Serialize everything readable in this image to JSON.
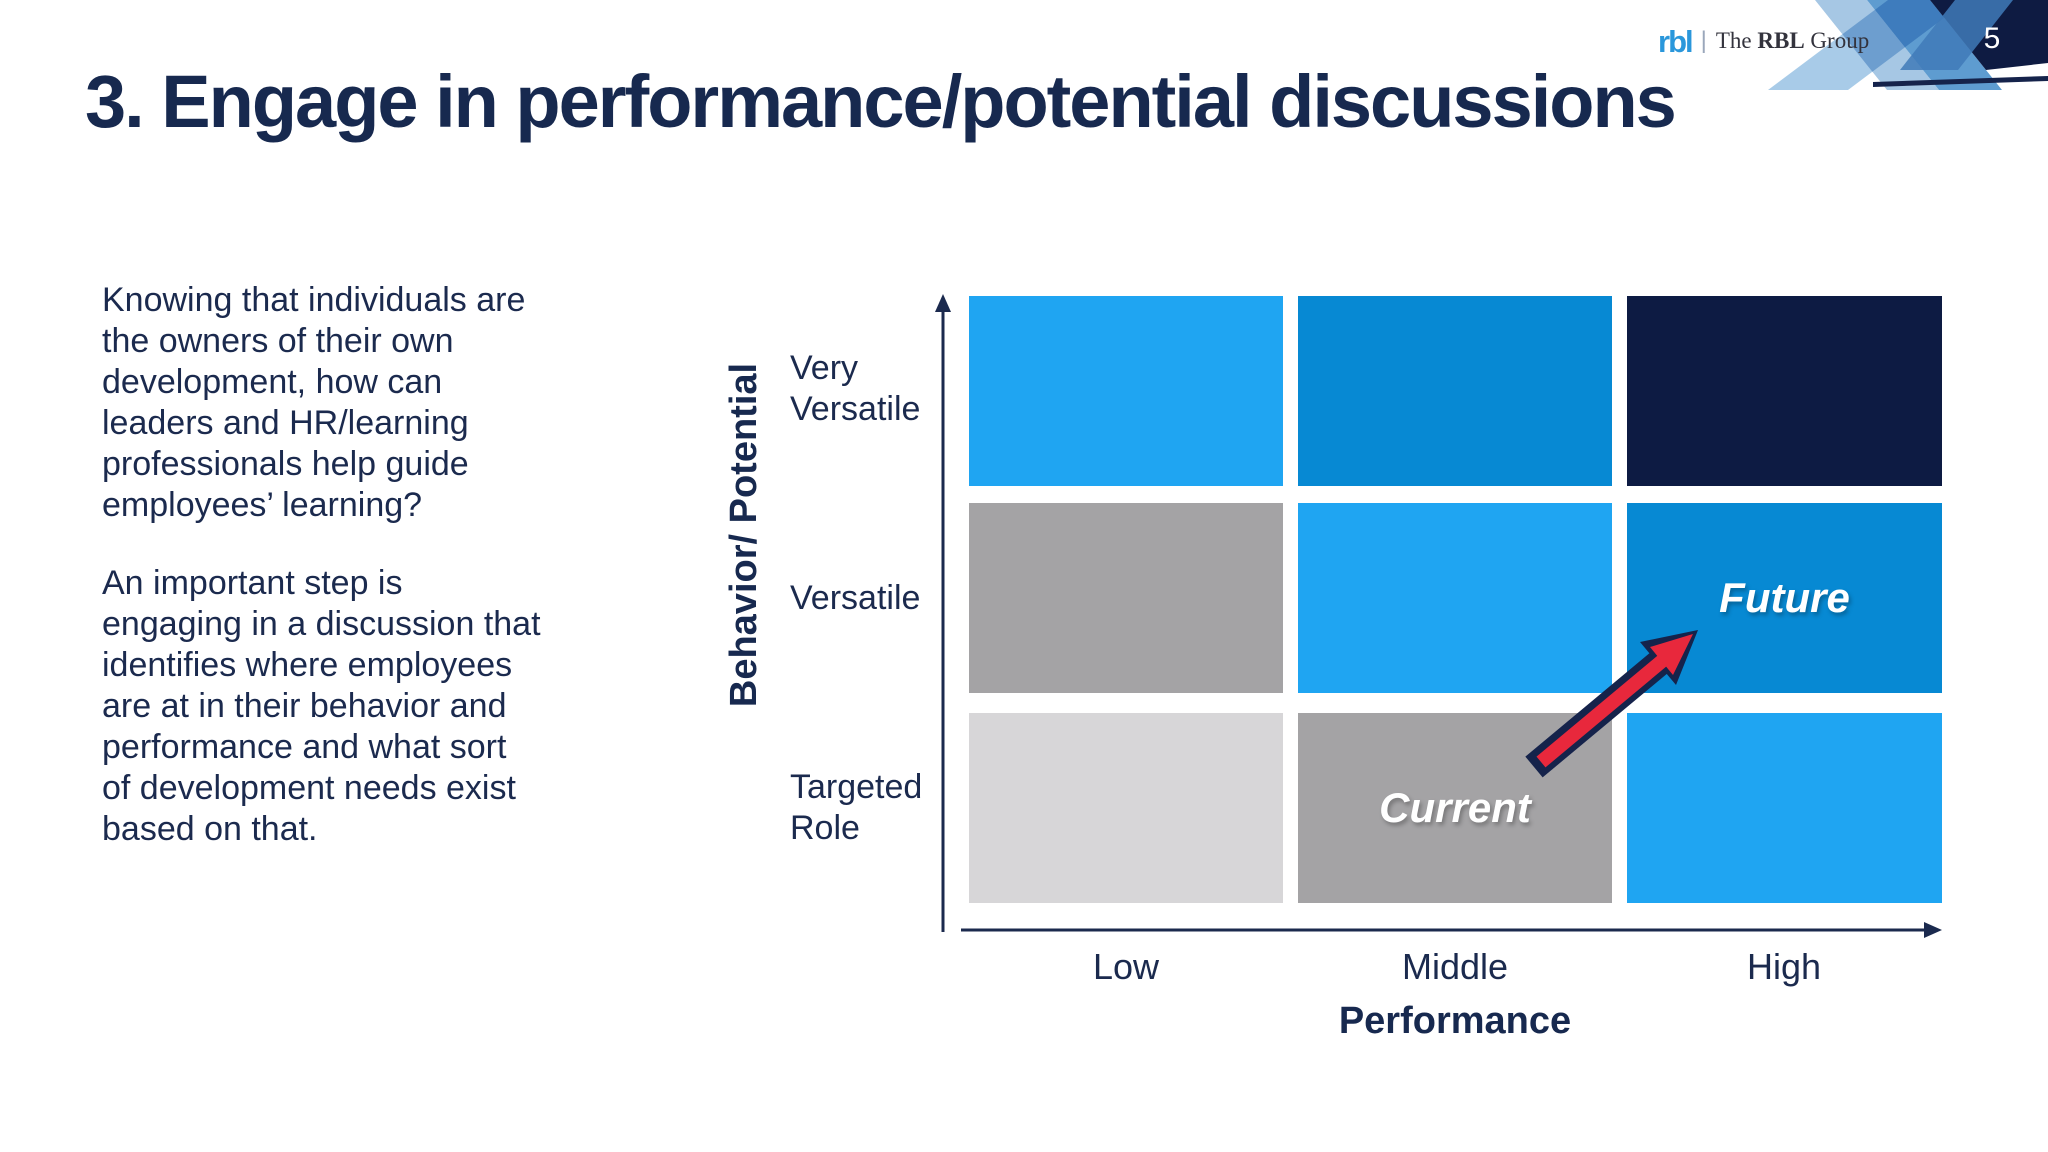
{
  "slide": {
    "title": "3. Engage in performance/potential discussions",
    "page_number": "5",
    "logo": {
      "mark": "rbl",
      "word_the": "The",
      "word_rbl": "RBL",
      "word_group": "Group"
    },
    "body": {
      "paragraph1": "Knowing that individuals are\nthe owners of their own\ndevelopment, how can\nleaders and HR/learning\nprofessionals help guide\nemployees’ learning?",
      "paragraph2": "An important step is\nengaging in a discussion that\nidentifies where employees\nare at in their behavior and\nperformance and what sort\nof development needs exist\nbased on that."
    }
  },
  "matrix": {
    "y_axis_title": "Behavior/ Potential",
    "x_axis_title": "Performance",
    "row_labels": {
      "top": "Very\nVersatile",
      "middle": "Versatile",
      "bottom": "Targeted\nRole"
    },
    "col_labels": {
      "left": "Low",
      "center": "Middle",
      "right": "High"
    },
    "cells": [
      [
        "bright_blue",
        "medium_blue",
        "dark_navy"
      ],
      [
        "gray",
        "bright_blue",
        "medium_blue"
      ],
      [
        "light_gray",
        "gray",
        "bright_blue"
      ]
    ],
    "annotations": {
      "current": "Current",
      "future": "Future"
    },
    "colors": {
      "bright_blue": "#1FA5F2",
      "medium_blue": "#0789D3",
      "dark_navy": "#0D1B43",
      "gray": "#A4A3A5",
      "light_gray": "#D7D6D8",
      "axis": "#1B2A4E",
      "arrow_red": "#E8283C",
      "arrow_outline": "#15234B",
      "title_navy": "#17294F",
      "logo_blue": "#2A97DB"
    }
  }
}
